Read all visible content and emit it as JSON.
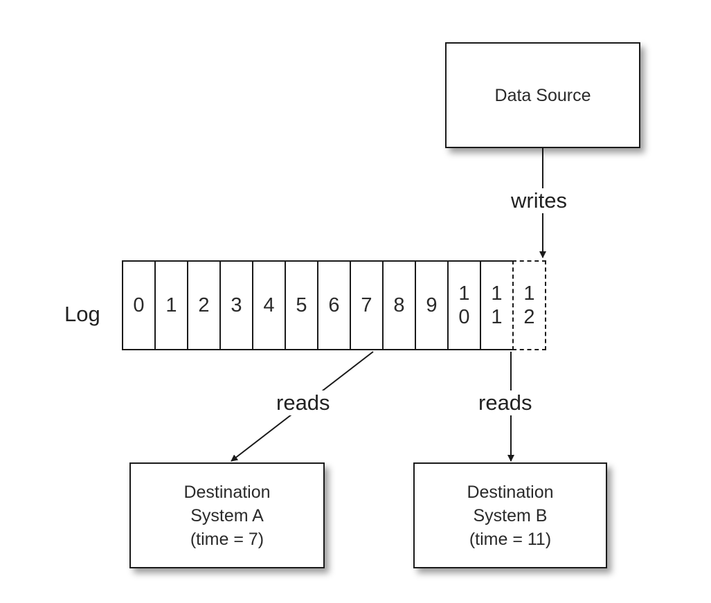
{
  "source": {
    "label": "Data Source"
  },
  "log": {
    "label": "Log",
    "cells": [
      "0",
      "1",
      "2",
      "3",
      "4",
      "5",
      "6",
      "7",
      "8",
      "9",
      "1\n0",
      "1\n1",
      "1\n2"
    ],
    "pending_index": 12
  },
  "edges": {
    "writes_label": "writes",
    "reads_a_label": "reads",
    "reads_b_label": "reads"
  },
  "dest_a": {
    "line1": "Destination",
    "line2": "System A",
    "line3": "(time = 7)"
  },
  "dest_b": {
    "line1": "Destination",
    "line2": "System B",
    "line3": "(time = 11)"
  }
}
